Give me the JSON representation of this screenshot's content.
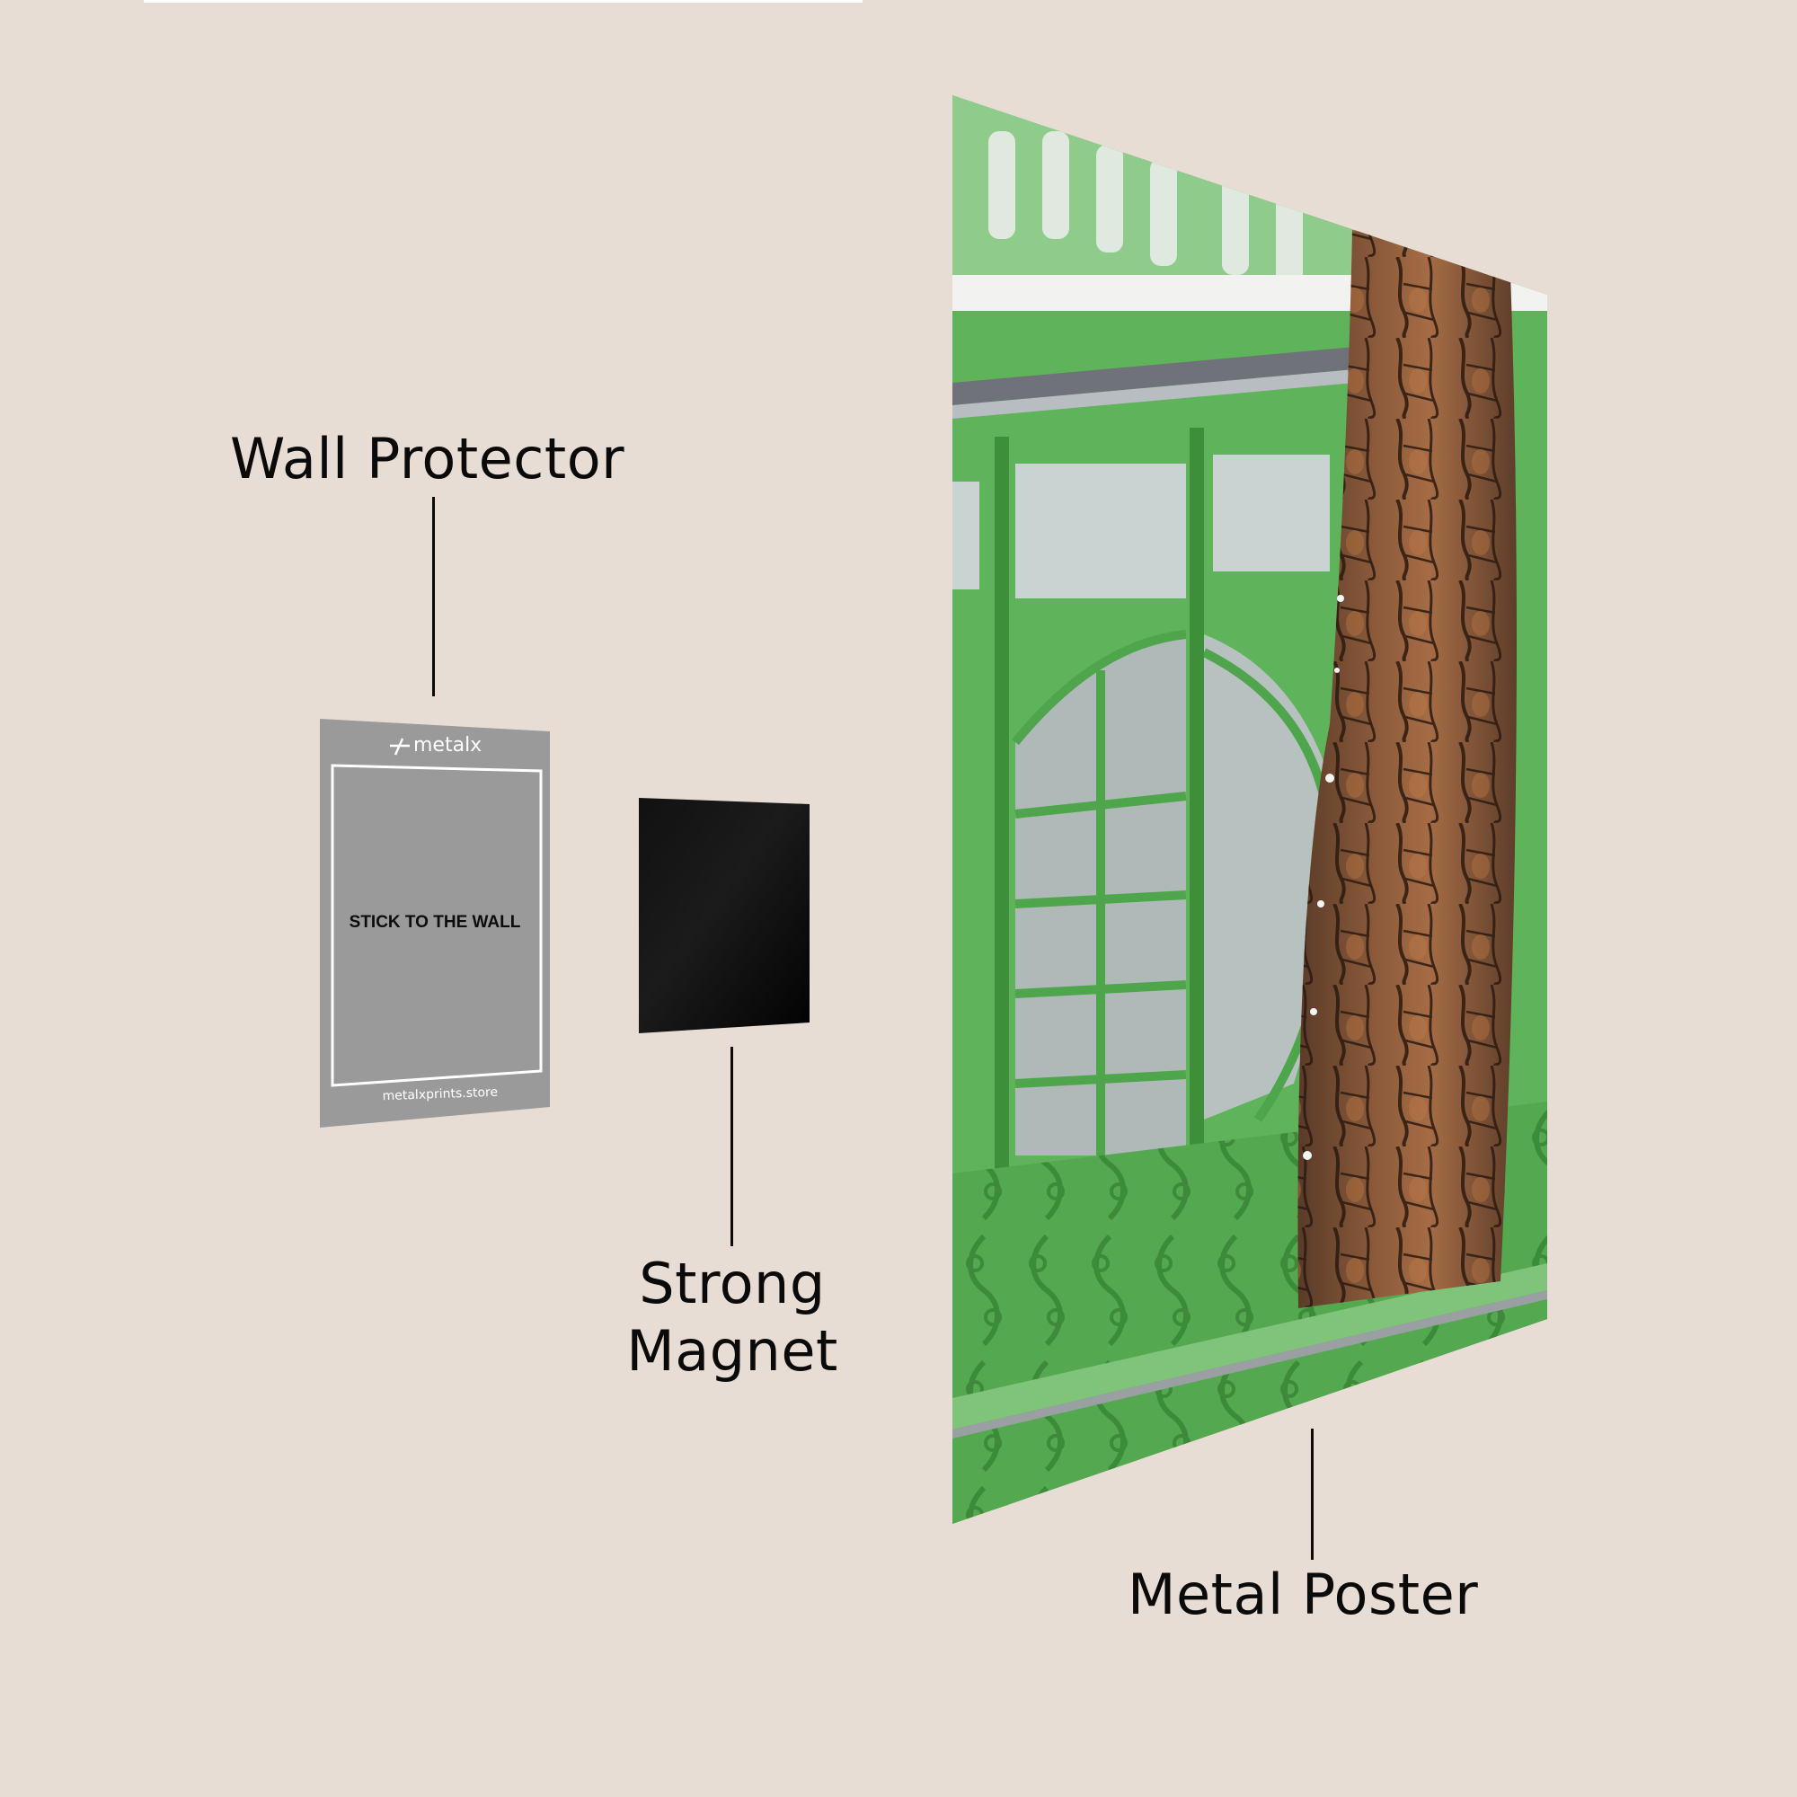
{
  "background_color": "#e8ddd5",
  "labels": {
    "wall_protector": "Wall Protector",
    "strong_magnet_line1": "Strong",
    "strong_magnet_line2": "Magnet",
    "metal_poster": "Metal Poster"
  },
  "wall_protector": {
    "brand_logo_text": "metalx",
    "instruction": "STICK TO THE WALL",
    "website": "metalxprints.store",
    "color": "#9a9a9a",
    "border_color": "#ffffff"
  },
  "magnet": {
    "color": "#050505"
  },
  "metal_poster": {
    "subject": "green ornate conservatory windows behind a pine tree trunk in snow",
    "frame_green": "#5fb35a",
    "bark_brown": "#7a5036"
  }
}
